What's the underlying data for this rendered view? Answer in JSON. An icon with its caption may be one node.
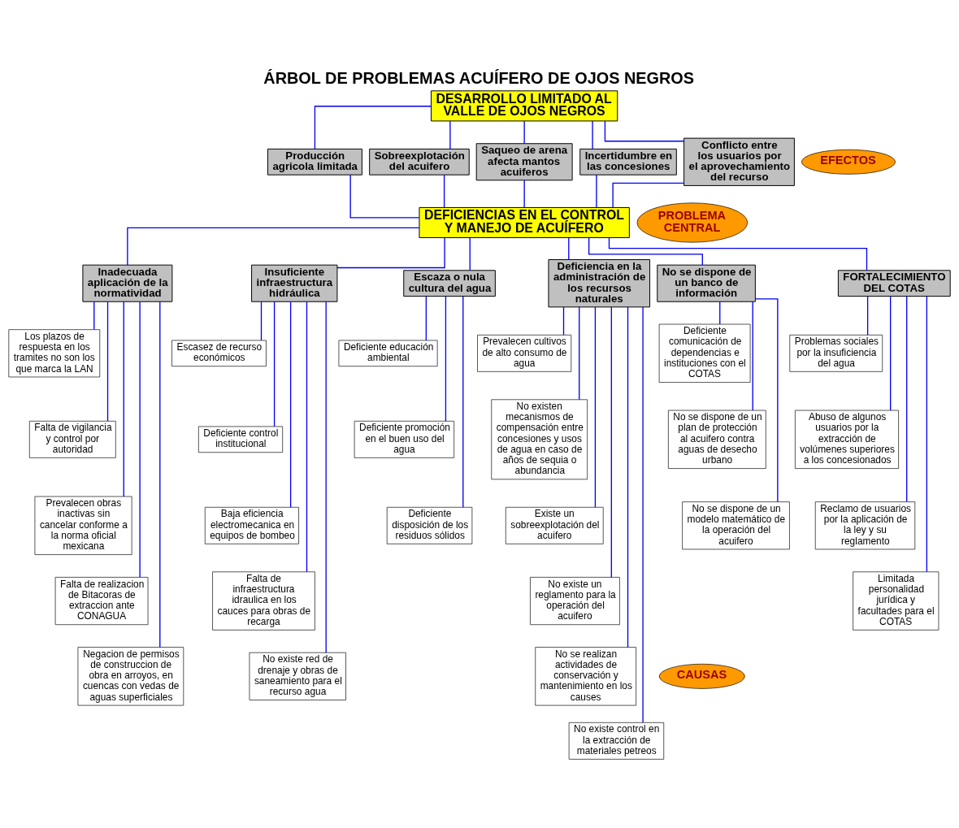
{
  "diagram": {
    "title": "ÁRBOL DE PROBLEMAS ACUÍFERO DE OJOS NEGROS",
    "nodes": [
      {
        "text": [
          "DESARROLLO LIMITADO AL VALLE DE OJOS NEGROS"
        ]
      },
      {
        "text": [
          "Producción agricola limitada"
        ]
      },
      {
        "text": [
          "Sobreexplotación del acuifero"
        ]
      },
      {
        "text": [
          "Saqueo de arena afecta mantos acuiferos"
        ]
      },
      {
        "text": [
          "Incertidumbre en las concesiones"
        ]
      },
      {
        "text": [
          "Conflicto entre los usuarios por el aprovechamiento del recurso"
        ]
      },
      {
        "text": [
          "EFECTOS"
        ]
      },
      {
        "text": [
          "PROBLEMA CENTRAL"
        ]
      },
      {
        "text": [
          "DEFICIENCIAS EN EL CONTROL Y MANEJO DE ACUÍFERO"
        ]
      },
      {
        "text": [
          "Inadecuada aplicación de la normatividad"
        ]
      },
      {
        "text": [
          "Insuficiente infraestructura hidráulica"
        ]
      },
      {
        "text": [
          "Escaza o nula cultura del agua"
        ]
      },
      {
        "text": [
          "Deficiencia en la administración de los recursos naturales"
        ]
      },
      {
        "text": [
          "No se dispone de un banco de información"
        ]
      },
      {
        "text": [
          "FORTALECIMIENTO DEL COTAS"
        ]
      },
      {
        "text": [
          "Los plazos de respuesta en los tramites no son los que marca la LAN"
        ]
      },
      {
        "text": [
          "Falta de vigilancia y control por autoridad"
        ]
      },
      {
        "text": [
          "Prevalecen obras inactivas sin cancelar conforme a la norma oficial mexicana"
        ]
      },
      {
        "text": [
          "Falta de realizacion de Bitacoras de extraccion ante CONAGUA"
        ]
      },
      {
        "text": [
          "Negacion de permisos de construccion de obra en arroyos, en cuencas con vedas de aguas superficiales"
        ]
      },
      {
        "text": [
          "Escasez de recurso económicos"
        ]
      },
      {
        "text": [
          "Deficiente control institucional"
        ]
      },
      {
        "text": [
          "Baja eficiencia electromecanica en equipos de bombeo"
        ]
      },
      {
        "text": [
          "Falta de infraestructura idraulica en los cauces para obras de recarga"
        ]
      },
      {
        "text": [
          "No existe red de drenaje y obras de saneamiento para el recurso agua"
        ]
      },
      {
        "text": [
          "Deficiente educación ambiental"
        ]
      },
      {
        "text": [
          "Deficiente promoción en el buen uso del agua"
        ]
      },
      {
        "text": [
          "Deficiente disposición de los residuos sólidos"
        ]
      },
      {
        "text": [
          "Prevalecen cultivos de alto consumo de agua"
        ]
      },
      {
        "text": [
          "No existen mecanismos de compensación entre concesiones y usos de agua en caso de años de sequia o abundancia"
        ]
      },
      {
        "text": [
          "Existe un sobreexplotación del acuifero"
        ]
      },
      {
        "text": [
          "No existe un reglamento para la operación del acuifero"
        ]
      },
      {
        "text": [
          "No se realizan actividades de conservación y mantenimiento en los causes"
        ]
      },
      {
        "text": [
          "No existe control en la extracción de materiales petreos"
        ]
      },
      {
        "text": [
          "Deficiente comunicación de dependencias e instituciones con el COTAS"
        ]
      },
      {
        "text": [
          "No se dispone de un plan de protección al acuifero contra aguas de desecho urbano"
        ]
      },
      {
        "text": [
          "No se dispone de un modelo matemático de la operación del acuifero"
        ]
      },
      {
        "text": [
          "Problemas sociales por la insuficiencia del agua"
        ]
      },
      {
        "text": [
          "Abuso de algunos usuarios por la extracción de volúmenes superiores a los concesionados"
        ]
      },
      {
        "text": [
          "Reclamo de usuarios por la aplicación de la ley y su reglamento"
        ]
      },
      {
        "text": [
          "Limitada personalidad jurídica y facultades para el COTAS"
        ]
      },
      {
        "text": [
          "CAUSAS"
        ]
      }
    ],
    "edges": [
      {
        "from": 0,
        "to": 1,
        "arrow": "none"
      },
      {
        "from": 0,
        "to": 2,
        "arrow": "none"
      },
      {
        "from": 0,
        "to": 3,
        "arrow": "none"
      },
      {
        "from": 0,
        "to": 4,
        "arrow": "none"
      },
      {
        "from": 0,
        "to": 5,
        "arrow": "none"
      },
      {
        "from": 1,
        "to": 8,
        "arrow": "none"
      },
      {
        "from": 2,
        "to": 8,
        "arrow": "none"
      },
      {
        "from": 3,
        "to": 8,
        "arrow": "none"
      },
      {
        "from": 4,
        "to": 8,
        "arrow": "none"
      },
      {
        "from": 5,
        "to": 8,
        "arrow": "none"
      },
      {
        "from": 8,
        "to": 9,
        "arrow": "none"
      },
      {
        "from": 8,
        "to": 10,
        "arrow": "none"
      },
      {
        "from": 8,
        "to": 11,
        "arrow": "none"
      },
      {
        "from": 8,
        "to": 12,
        "arrow": "none"
      },
      {
        "from": 8,
        "to": 13,
        "arrow": "none"
      },
      {
        "from": 8,
        "to": 14,
        "arrow": "none"
      },
      {
        "from": 9,
        "to": 15,
        "arrow": "none"
      },
      {
        "from": 9,
        "to": 16,
        "arrow": "none"
      },
      {
        "from": 9,
        "to": 17,
        "arrow": "none"
      },
      {
        "from": 9,
        "to": 18,
        "arrow": "none"
      },
      {
        "from": 9,
        "to": 19,
        "arrow": "none"
      },
      {
        "from": 10,
        "to": 20,
        "arrow": "none"
      },
      {
        "from": 10,
        "to": 21,
        "arrow": "none"
      },
      {
        "from": 10,
        "to": 22,
        "arrow": "none"
      },
      {
        "from": 10,
        "to": 23,
        "arrow": "none"
      },
      {
        "from": 10,
        "to": 24,
        "arrow": "none"
      },
      {
        "from": 11,
        "to": 25,
        "arrow": "none"
      },
      {
        "from": 11,
        "to": 26,
        "arrow": "none"
      },
      {
        "from": 11,
        "to": 27,
        "arrow": "none"
      },
      {
        "from": 12,
        "to": 28,
        "arrow": "none"
      },
      {
        "from": 12,
        "to": 29,
        "arrow": "none"
      },
      {
        "from": 12,
        "to": 30,
        "arrow": "none"
      },
      {
        "from": 12,
        "to": 31,
        "arrow": "none"
      },
      {
        "from": 12,
        "to": 32,
        "arrow": "none"
      },
      {
        "from": 12,
        "to": 33,
        "arrow": "none"
      },
      {
        "from": 13,
        "to": 34,
        "arrow": "none"
      },
      {
        "from": 13,
        "to": 35,
        "arrow": "none"
      },
      {
        "from": 13,
        "to": 36,
        "arrow": "none"
      },
      {
        "from": 14,
        "to": 37,
        "arrow": "none"
      },
      {
        "from": 14,
        "to": 38,
        "arrow": "none"
      },
      {
        "from": 14,
        "to": 39,
        "arrow": "none"
      },
      {
        "from": 14,
        "to": 40,
        "arrow": "none"
      }
    ]
  }
}
